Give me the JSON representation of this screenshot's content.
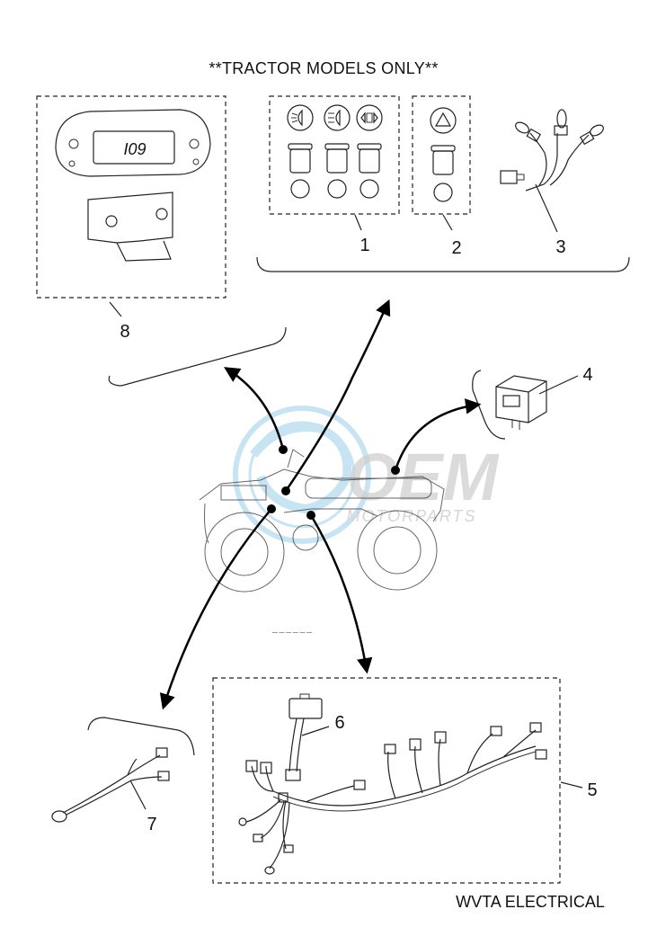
{
  "header": {
    "title": "**TRACTOR MODELS ONLY**"
  },
  "footer": {
    "label": "WVTA ELECTRICAL"
  },
  "callouts": [
    "1",
    "2",
    "3",
    "4",
    "5",
    "6",
    "7",
    "8"
  ],
  "watermark": {
    "brand": "OEM",
    "sub": "MOTORPARTS"
  },
  "icons": {
    "low_beam": "low-beam-icon",
    "high_beam": "high-beam-icon",
    "turn_signal": "turn-signal-icon",
    "hazard": "hazard-triangle-icon"
  },
  "colors": {
    "line": "#222222",
    "watermark": "#bfe0f2"
  }
}
